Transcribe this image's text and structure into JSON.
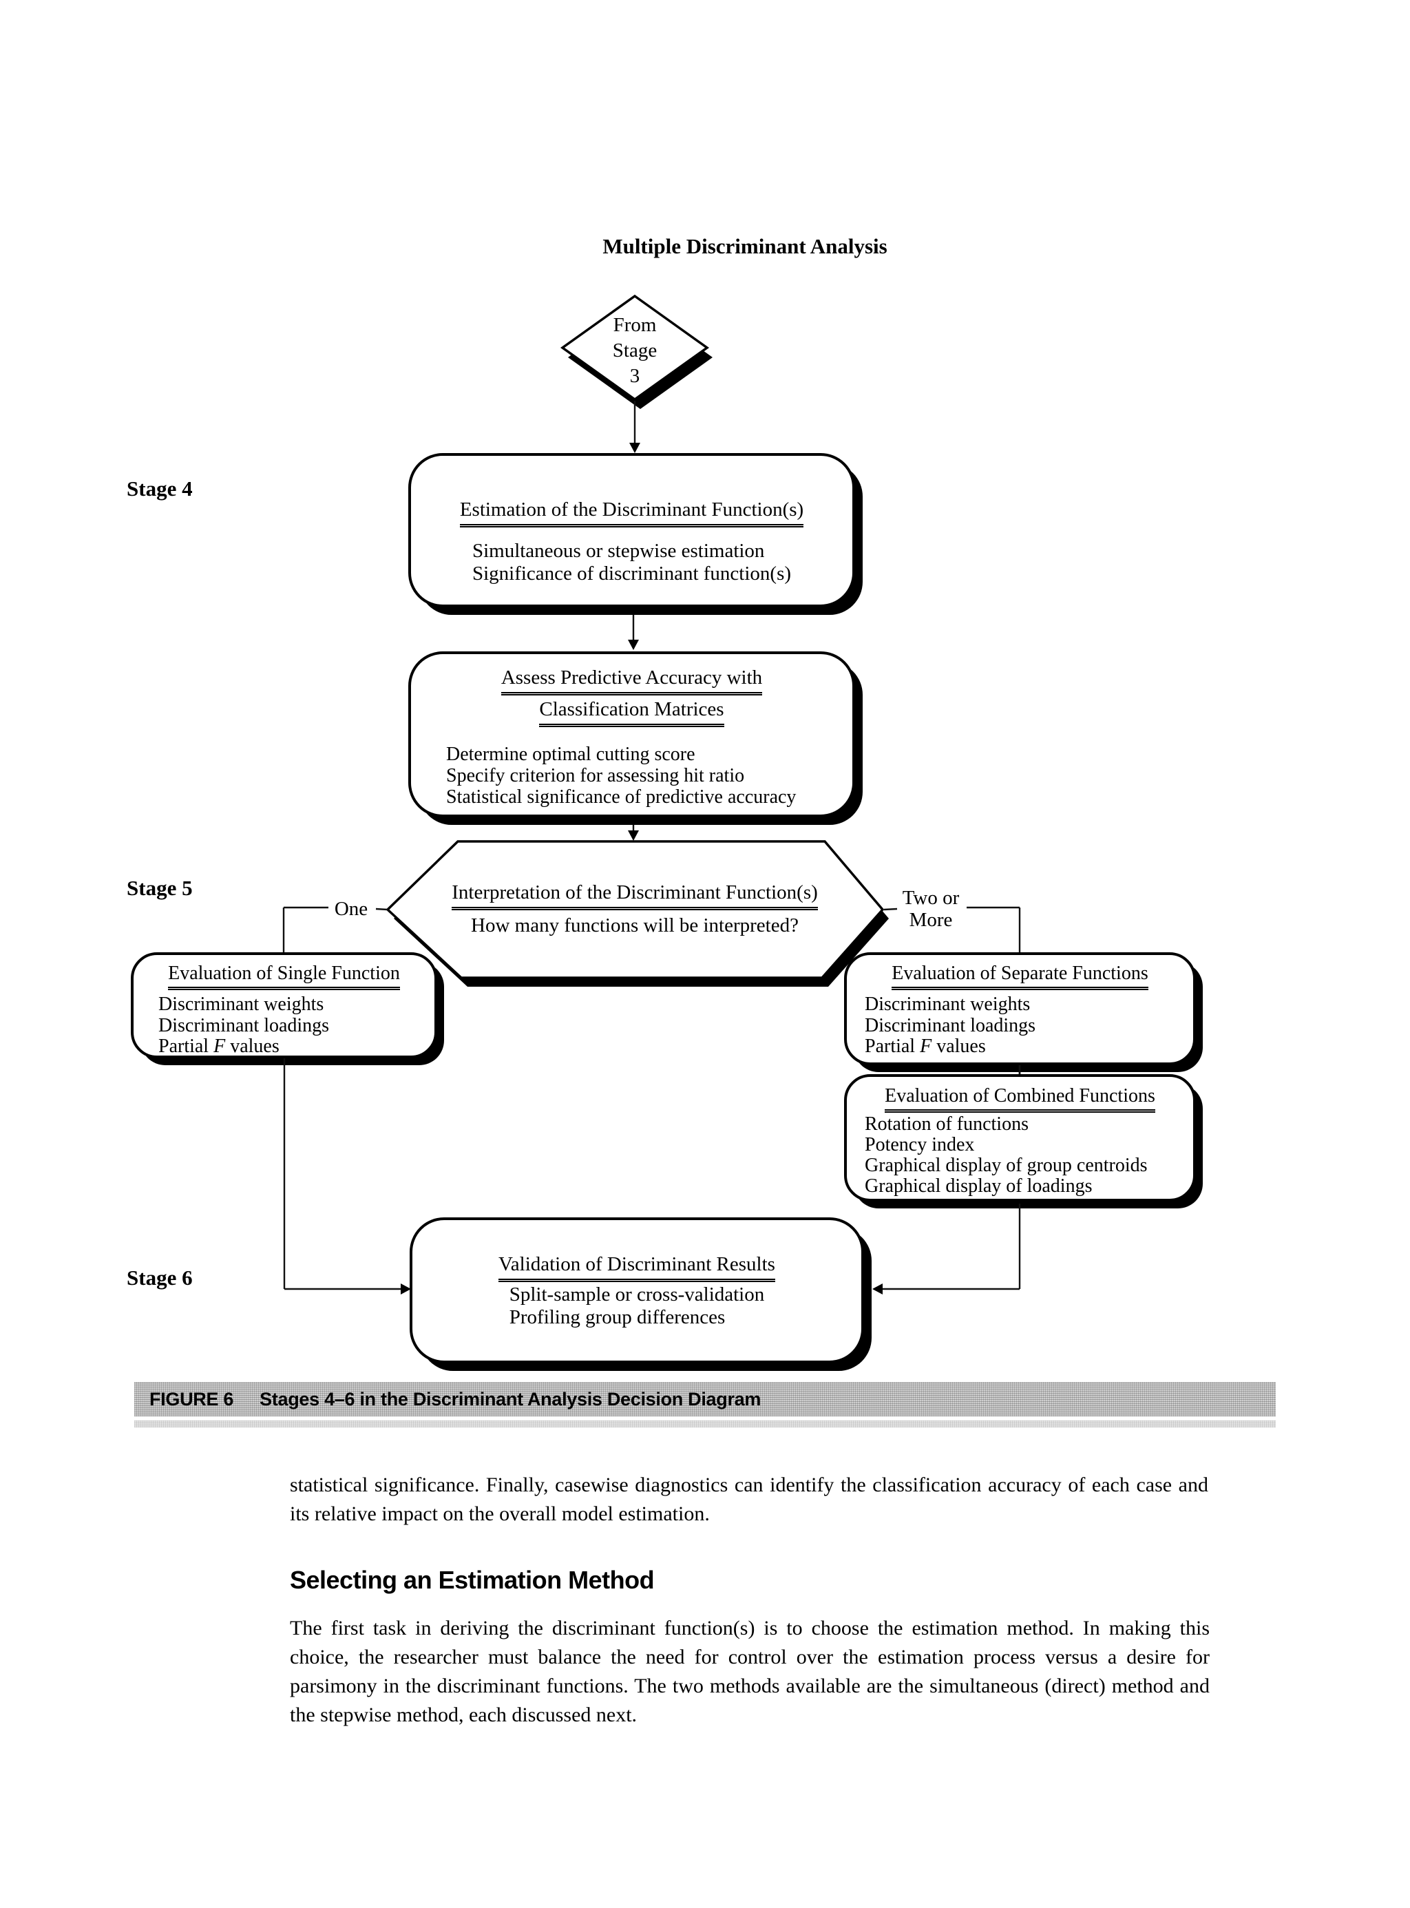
{
  "page": {
    "title": "Multiple Discriminant Analysis",
    "stage_labels": {
      "stage4": "Stage 4",
      "stage5": "Stage 5",
      "stage6": "Stage 6"
    },
    "start": {
      "line1": "From",
      "line2": "Stage",
      "line3": "3"
    },
    "branch_labels": {
      "one": "One",
      "two_line1": "Two or",
      "two_line2": "More"
    },
    "estimation_box": {
      "title": "Estimation of the Discriminant Function(s)",
      "items": [
        "Simultaneous or stepwise estimation",
        "Significance of discriminant function(s)"
      ]
    },
    "assess_box": {
      "title_line1": "Assess Predictive Accuracy with",
      "title_line2": "Classification Matrices",
      "items": [
        "Determine optimal cutting score",
        "Specify criterion for assessing hit ratio",
        "Statistical significance of predictive accuracy"
      ]
    },
    "interpretation_hex": {
      "title": "Interpretation of the Discriminant Function(s)",
      "question": "How many functions will be interpreted?"
    },
    "single_box": {
      "title": "Evaluation of Single Function",
      "items": [
        "Discriminant weights",
        "Discriminant loadings"
      ],
      "partial_f": {
        "pre": "Partial ",
        "italic": "F",
        "post": " values"
      }
    },
    "separate_box": {
      "title": "Evaluation of Separate Functions",
      "items": [
        "Discriminant weights",
        "Discriminant loadings"
      ],
      "partial_f": {
        "pre": "Partial ",
        "italic": "F",
        "post": " values"
      }
    },
    "combined_box": {
      "title": "Evaluation of Combined Functions",
      "items": [
        "Rotation of functions",
        "Potency index",
        "Graphical display of group centroids",
        "Graphical display of loadings"
      ]
    },
    "validation_box": {
      "title": "Validation of Discriminant Results",
      "items": [
        "Split-sample or cross-validation",
        "Profiling group differences"
      ]
    },
    "figure_caption": {
      "label": "FIGURE 6",
      "text": "Stages 4–6 in the Discriminant Analysis Decision Diagram"
    },
    "body": {
      "para1": "statistical significance. Finally, casewise diagnostics can identify the classification accuracy of each case and its relative impact on the overall model estimation.",
      "heading": "Selecting an Estimation Method",
      "para2": "The first task in deriving the discriminant function(s) is to choose the estimation method. In making this choice, the researcher must balance the need for control over the estimation process versus a desire for parsimony in the discriminant functions. The two methods available are the simultaneous (direct) method and the stepwise method, each discussed next."
    },
    "colors": {
      "ink": "#000000",
      "caption_bar": "#cfcfcf"
    }
  }
}
